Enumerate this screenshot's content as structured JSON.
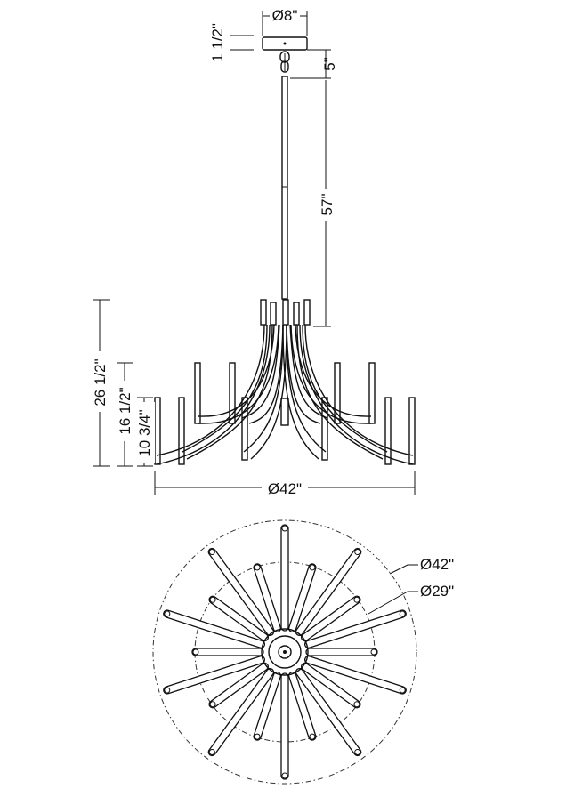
{
  "dimensions": {
    "canopy_diameter": "Ø8\"",
    "canopy_height": "1 1/2\"",
    "chain_length": "5\"",
    "stem_length": "57\"",
    "overall_height": "26 1/2\"",
    "middle_height": "16 1/2\"",
    "lower_height": "10 3/4\"",
    "overall_diameter": "Ø42\"",
    "outer_circle_diameter": "Ø42\"",
    "inner_circle_diameter": "Ø29\""
  }
}
